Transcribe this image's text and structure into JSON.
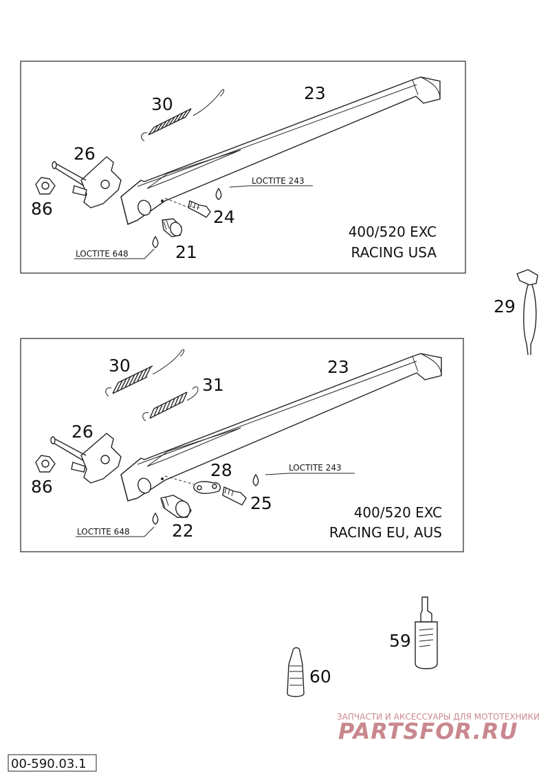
{
  "panels": [
    {
      "caption_line1": "400/520 EXC",
      "caption_line2": "RACING USA",
      "callouts": {
        "spring_a": "30",
        "stand": "23",
        "bracket": "26",
        "nut": "86",
        "screw": "24",
        "bolt": "21"
      },
      "loctite_upper": "LOCTITE 243",
      "loctite_lower": "LOCTITE 648"
    },
    {
      "caption_line1": "400/520 EXC",
      "caption_line2": "RACING EU, AUS",
      "callouts": {
        "spring_a": "30",
        "spring_b": "31",
        "stand": "23",
        "bracket": "26",
        "nut": "86",
        "plate": "28",
        "screw": "25",
        "bolt": "22"
      },
      "loctite_upper": "LOCTITE 243",
      "loctite_lower": "LOCTITE 648"
    }
  ],
  "loose_parts": {
    "tool": "29",
    "bottle": "59",
    "tube": "60"
  },
  "watermark": {
    "line1": "ЗАПЧАСТИ И АКСЕССУАРЫ ДЛЯ МОТОТЕХНИКИ",
    "line2": "PARTSFOR.RU"
  },
  "doc_id": "00-590.03.1"
}
